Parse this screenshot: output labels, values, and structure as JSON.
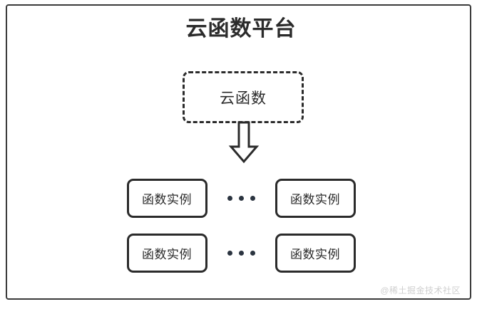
{
  "diagram": {
    "title": "云函数平台",
    "cloud_function": {
      "label": "云函数",
      "border_style": "dashed"
    },
    "arrow": {
      "name": "down-block-arrow",
      "direction": "down"
    },
    "instance_rows": [
      {
        "left_label": "函数实例",
        "ellipsis": "•••",
        "right_label": "函数实例"
      },
      {
        "left_label": "函数实例",
        "ellipsis": "•••",
        "right_label": "函数实例"
      }
    ],
    "watermark": "@稀土掘金技术社区",
    "colors": {
      "stroke": "#2b2b2b",
      "frame": "#3a3a3a",
      "background": "#ffffff",
      "watermark": "#cfcfcf",
      "dot": "#2b3440"
    }
  }
}
